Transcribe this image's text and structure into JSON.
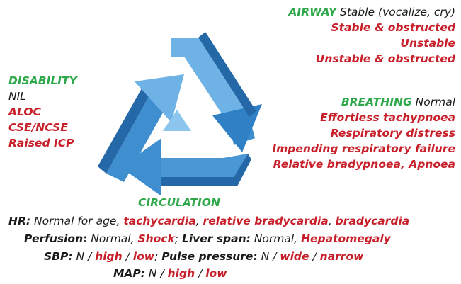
{
  "airway": {
    "heading": "AIRWAY",
    "normal": "Stable (vocalize, cry)",
    "abnormal": [
      "Stable & obstructed",
      "Unstable",
      "Unstable & obstructed"
    ]
  },
  "breathing": {
    "heading": "BREATHING",
    "normal": "Normal",
    "abnormal": [
      "Effortless tachypnoea",
      "Respiratory distress",
      "Impending respiratory failure",
      "Relative bradypnoea, Apnoea"
    ]
  },
  "disability": {
    "heading": "DISABILITY",
    "normal": "NIL",
    "abnormal": [
      "ALOC",
      "CSE/NCSE",
      "Raised ICP"
    ]
  },
  "circulation": {
    "heading": "CIRCULATION",
    "hr": {
      "label": "HR:",
      "normal": "Normal for age,",
      "items": [
        "tachycardia",
        "relative bradycardia",
        "bradycardia"
      ],
      "sep": ","
    },
    "perfusion": {
      "label": "Perfusion:",
      "normal": "Normal,",
      "abnormal": "Shock",
      "semi": ";"
    },
    "liver": {
      "label": "Liver span:",
      "normal": "Normal,",
      "abnormal": "Hepatomegaly"
    },
    "sbp": {
      "label": "SBP:",
      "normal": "N",
      "items": [
        "high",
        "low"
      ],
      "semi": ";"
    },
    "pulse_pressure": {
      "label": "Pulse pressure:",
      "normal": "N",
      "items": [
        "wide",
        "narrow"
      ]
    },
    "map": {
      "label": "MAP:",
      "normal": "N",
      "items": [
        "high",
        "low"
      ]
    },
    "slash": "/"
  },
  "colors": {
    "heading_green": "#2ea84a",
    "abnormal_red": "#c8202a",
    "arrow_light": "#6fb3e6",
    "arrow_mid": "#3f8fd0",
    "arrow_dark": "#2468a8"
  }
}
